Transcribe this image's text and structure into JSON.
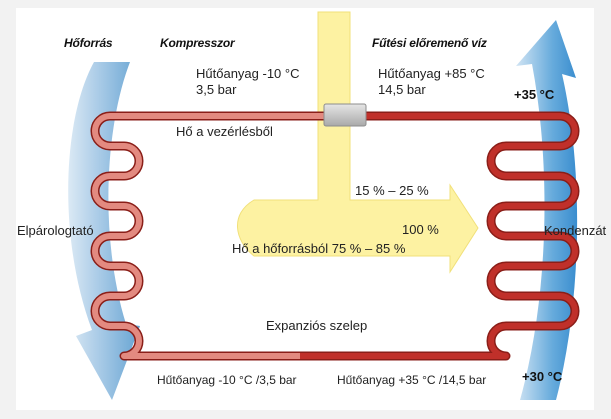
{
  "headers": {
    "source": "Hőforrás",
    "compressor": "Kompresszor",
    "flow": "Fűtési előremenő víz"
  },
  "top_left": {
    "line1": "Hűtőanyag -10 °C",
    "line2": "3,5 bar"
  },
  "top_right": {
    "line1": "Hűtőanyag +85 °C",
    "line2": "14,5 bar"
  },
  "temp_out": "+35 °C",
  "temp_in": "+30 °C",
  "heat_control": "Hő a vezérlésből",
  "pct_control": "15 % – 25 %",
  "pct_total": "100 %",
  "heat_source": "Hő a hőforrásból 75 % – 85 %",
  "evaporator": "Elpárologtató",
  "condenser": "Kondenzát",
  "valve": "Expanziós szelep",
  "bottom_left": "Hűtőanyag -10 °C /3,5 bar",
  "bottom_right": "Hűtőanyag +35 °C /14,5 bar",
  "colors": {
    "background": "#f2f2f2",
    "panel": "#ffffff",
    "cold_arrow": "#5e9fd0",
    "warm_arrow": "#2f87cc",
    "pipe": "#c0302a",
    "heat_arrow": "#fdf2a2"
  }
}
